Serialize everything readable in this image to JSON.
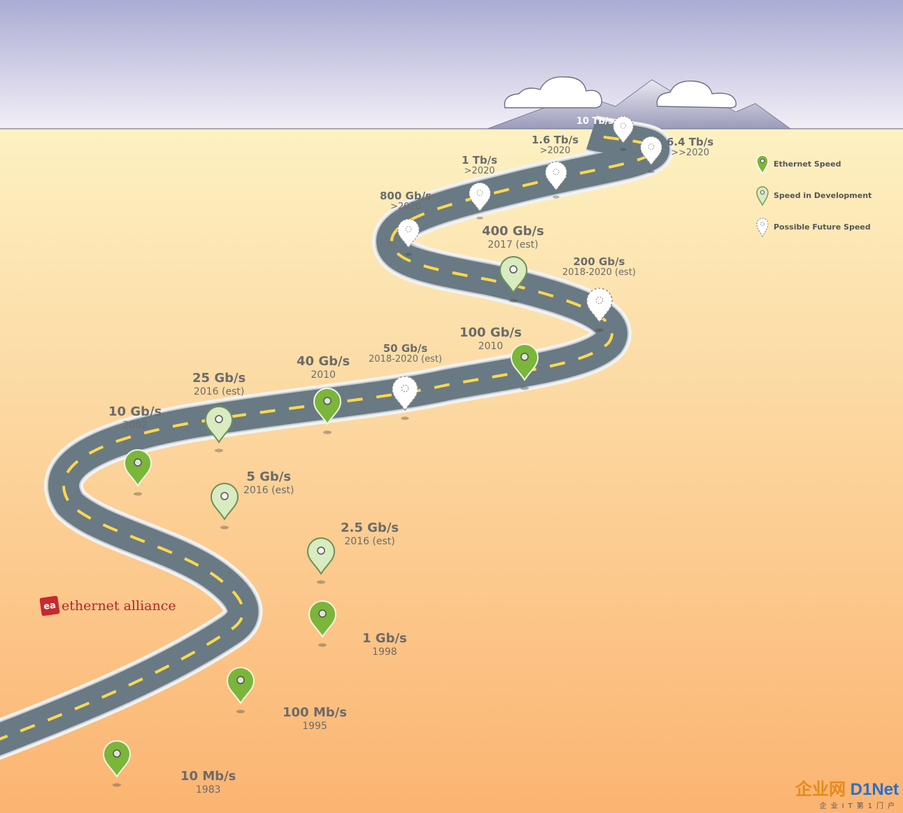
{
  "colors": {
    "sky_top": "#a9acd4",
    "sky_bottom": "#f3eef6",
    "ground_top": "#fdf1c2",
    "ground_bottom": "#fbb471",
    "road": "#697a84",
    "road_edge": "#f4f4f4",
    "dash": "#ffd84a",
    "ethernet_green": "#7bb53a",
    "dev_green": "#d9ebc0"
  },
  "milestones": [
    {
      "speed": "10 Mb/s",
      "year": "1983",
      "kind": "ethernet"
    },
    {
      "speed": "100 Mb/s",
      "year": "1995",
      "kind": "ethernet"
    },
    {
      "speed": "1 Gb/s",
      "year": "1998",
      "kind": "ethernet"
    },
    {
      "speed": "2.5 Gb/s",
      "year": "2016 (est)",
      "kind": "development"
    },
    {
      "speed": "5 Gb/s",
      "year": "2016 (est)",
      "kind": "development"
    },
    {
      "speed": "10 Gb/s",
      "year": "2002",
      "kind": "ethernet"
    },
    {
      "speed": "25 Gb/s",
      "year": "2016 (est)",
      "kind": "development"
    },
    {
      "speed": "40 Gb/s",
      "year": "2010",
      "kind": "ethernet"
    },
    {
      "speed": "50 Gb/s",
      "year": "2018-2020 (est)",
      "kind": "future"
    },
    {
      "speed": "100 Gb/s",
      "year": "2010",
      "kind": "ethernet"
    },
    {
      "speed": "200 Gb/s",
      "year": "2018-2020 (est)",
      "kind": "future"
    },
    {
      "speed": "400 Gb/s",
      "year": "2017 (est)",
      "kind": "development"
    },
    {
      "speed": "800 Gb/s",
      "year": ">2020",
      "kind": "future"
    },
    {
      "speed": "1 Tb/s",
      "year": ">2020",
      "kind": "future"
    },
    {
      "speed": "1.6 Tb/s",
      "year": ">2020",
      "kind": "future"
    },
    {
      "speed": "6.4 Tb/s",
      "year": ">>2020",
      "kind": "future"
    },
    {
      "speed": "10 Tb/s",
      "year": "",
      "kind": "future"
    }
  ],
  "legend": {
    "ethernet_speed": "Ethernet Speed",
    "speed_in_development": "Speed in Development",
    "possible_future_speed": "Possible Future Speed"
  },
  "logo": {
    "mark": "ea",
    "name": "ethernet alliance"
  },
  "watermark": {
    "brand_cn": "企业网",
    "brand_en": "D1Net",
    "sub": "企业IT第1门户"
  }
}
